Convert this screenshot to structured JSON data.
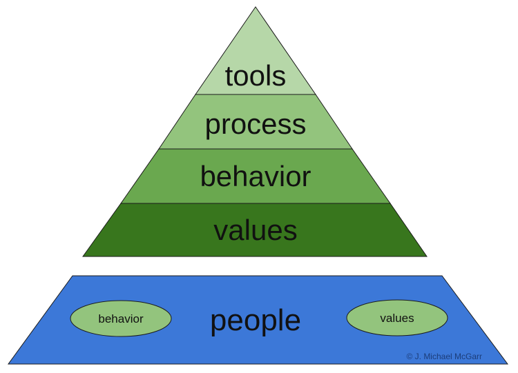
{
  "pyramid": {
    "tiers": [
      {
        "label": "tools",
        "color": "#b6d7a8"
      },
      {
        "label": "process",
        "color": "#93c47d"
      },
      {
        "label": "behavior",
        "color": "#6aa84f"
      },
      {
        "label": "values",
        "color": "#38761d"
      }
    ]
  },
  "base": {
    "label": "people",
    "color": "#3c78d8",
    "ovals": [
      {
        "label": "behavior",
        "color": "#93c47d"
      },
      {
        "label": "values",
        "color": "#93c47d"
      }
    ],
    "copyright": "© J. Michael McGarr"
  }
}
